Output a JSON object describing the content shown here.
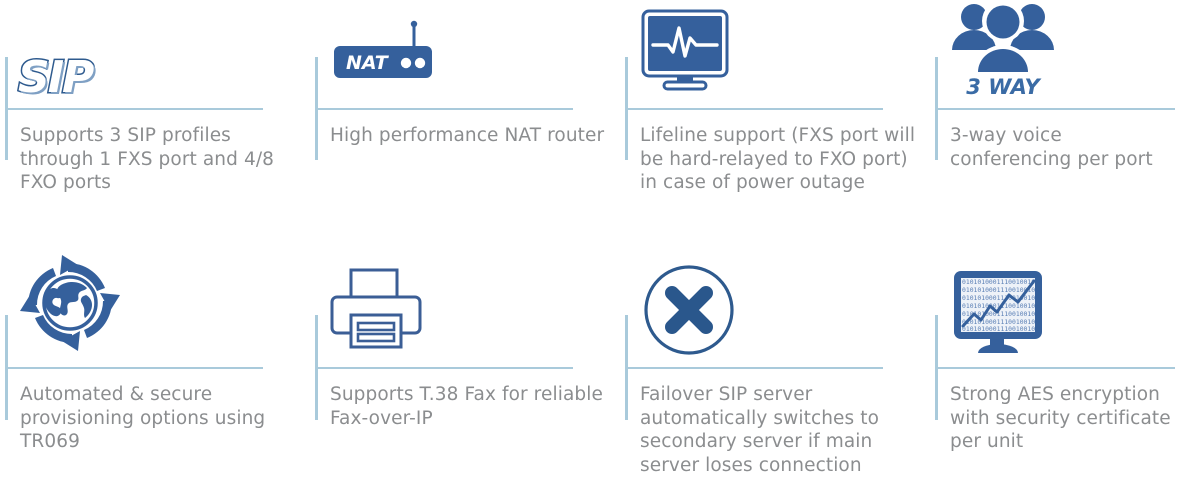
{
  "theme": {
    "rule_color": "#a9cadb",
    "text_color": "#8b8d8f",
    "icon_blue": "#35609c",
    "icon_blue_light": "#4a74ae",
    "icon_outline": "#3b5e96",
    "page_background": "#ffffff"
  },
  "features": [
    {
      "icon": "sip-logo-icon",
      "icon_label": "SIP",
      "caption": "Supports 3 SIP profiles through 1 FXS port and 4/8 FXO ports"
    },
    {
      "icon": "nat-router-icon",
      "icon_label": "NAT",
      "caption": "High performance NAT router"
    },
    {
      "icon": "monitor-pulse-icon",
      "icon_label": "",
      "caption": "Lifeline support (FXS port will be hard-relayed to FXO port) in case of power outage"
    },
    {
      "icon": "three-users-icon",
      "icon_label": "3 WAY",
      "caption": "3-way voice conferencing per port"
    },
    {
      "icon": "globe-refresh-icon",
      "icon_label": "",
      "caption": "Automated & secure provisioning options using TR069"
    },
    {
      "icon": "printer-fax-icon",
      "icon_label": "",
      "caption": "Supports T.38 Fax for reliable Fax-over-IP"
    },
    {
      "icon": "circle-x-icon",
      "icon_label": "",
      "caption": "Failover SIP server automatically switches to secondary server if main server loses connection"
    },
    {
      "icon": "monitor-binary-chart-icon",
      "icon_label": "",
      "caption": "Strong AES encryption with security certificate per unit"
    }
  ]
}
